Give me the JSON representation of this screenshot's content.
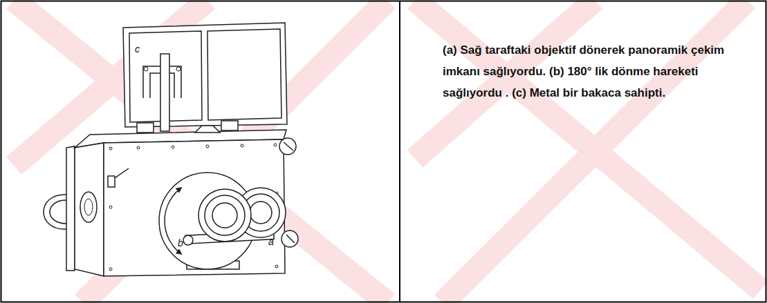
{
  "diagram": {
    "labels": [
      "c",
      "b",
      "a",
      "(a) Sağ taraftaki objektif dönerek panoramik çekim imkanı sağlıyordu. (b) 180° lik dönme hareketi sağlıyordu . (c) Metal bir bakaca sahipti."
    ]
  }
}
